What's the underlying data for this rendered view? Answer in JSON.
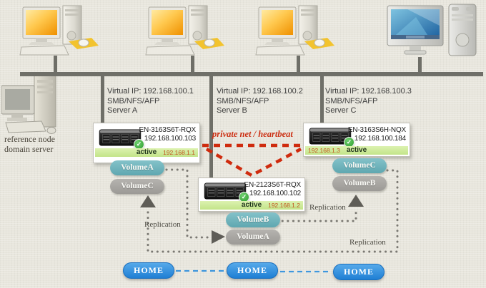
{
  "colors": {
    "background": "#e8e6dd",
    "bus_gray": "#6f6f68",
    "heartbeat_red": "#cf2b0e",
    "volume_teal": "#6fb3bb",
    "volume_gray": "#a9a7a3",
    "active_green": "#cdea9b",
    "home_blue": "#2f8fd8",
    "dotted_gray": "#7a7872"
  },
  "reference_node": {
    "line1": "reference node",
    "line2": "domain server"
  },
  "heartbeat": {
    "label": "private net / heartbeat"
  },
  "virtual_ip_blocks": [
    {
      "virtual_ip": "Virtual IP: 192.168.100.1",
      "protocols": "SMB/NFS/AFP",
      "server_name": "Server A"
    },
    {
      "virtual_ip": "Virtual IP: 192.168.100.2",
      "protocols": "SMB/NFS/AFP",
      "server_name": "Server B"
    },
    {
      "virtual_ip": "Virtual IP: 192.168.100.3",
      "protocols": "SMB/NFS/AFP",
      "server_name": "Server C"
    }
  ],
  "servers": [
    {
      "model": "EN-3163S6T-RQX",
      "ip": "192.168.100.103",
      "status": "active",
      "private_ip": "192.168.1.1",
      "primary_volume": "VolumeA",
      "replica_volume": "VolumeC"
    },
    {
      "model": "EN-2123S6T-RQX",
      "ip": "192.168.100.102",
      "status": "active",
      "private_ip": "192.168.1.2",
      "primary_volume": "VolumeB",
      "replica_volume": "VolumeA"
    },
    {
      "model": "EN-3163S6H-NQX",
      "ip": "192.168.100.184",
      "status": "active",
      "private_ip": "192.168.1.3",
      "primary_volume": "VolumeC",
      "replica_volume": "VolumeB"
    }
  ],
  "check_glyph": "✓",
  "replication_labels": [
    "Replication",
    "Replication",
    "Replication"
  ],
  "home_buttons": [
    {
      "label": "HOME"
    },
    {
      "label": "HOME"
    },
    {
      "label": "HOME"
    }
  ]
}
